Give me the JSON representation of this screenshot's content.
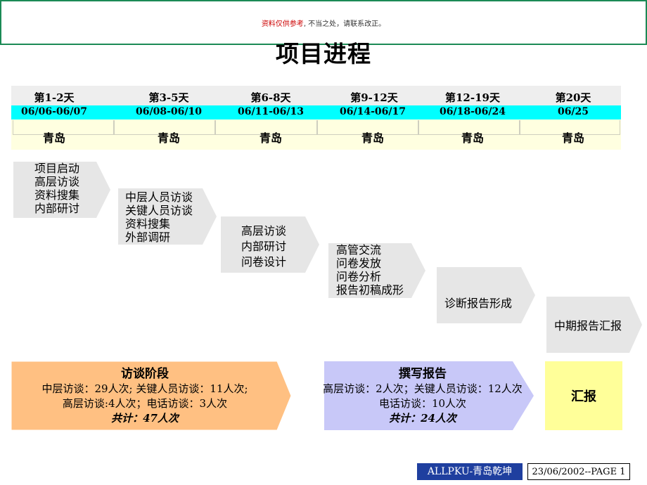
{
  "notice": {
    "part1": "资料仅供参考",
    "part2": ", 不当之处，",
    "part3": "请联系改正。"
  },
  "title": "项目进程",
  "timeline": [
    {
      "day": "第1-2天",
      "date": "06/06-06/07",
      "location": "青岛"
    },
    {
      "day": "第3-5天",
      "date": "06/08-06/10",
      "location": "青岛"
    },
    {
      "day": "第6-8天",
      "date": "06/11-06/13",
      "location": "青岛"
    },
    {
      "day": "第9-12天",
      "date": "06/14-06/17",
      "location": "青岛"
    },
    {
      "day": "第12-19天",
      "date": "06/18-06/24",
      "location": "青岛"
    },
    {
      "day": "第20天",
      "date": "06/25",
      "location": "青岛"
    }
  ],
  "tasks": [
    {
      "lines": [
        "项目启动",
        "高层访谈",
        "资料搜集",
        "内部研讨"
      ]
    },
    {
      "lines": [
        "中层人员访谈",
        "关键人员访谈",
        "资料搜集",
        "外部调研"
      ]
    },
    {
      "lines": [
        "高层访谈",
        "内部研讨",
        "问卷设计"
      ]
    },
    {
      "lines": [
        "高管交流",
        "问卷发放",
        "问卷分析",
        "报告初稿成形"
      ]
    },
    {
      "lines": [
        "诊断报告形成"
      ]
    },
    {
      "lines": [
        "中期报告汇报"
      ]
    }
  ],
  "phases": {
    "interview": {
      "title": "访谈阶段",
      "line1": "中层访谈：29人次; 关键人员访谈：11人次;",
      "line2": "高层访谈:4人次；电话访谈：3人次",
      "total": "共计：47人次",
      "color": "#ffc082"
    },
    "writing": {
      "title": "撰写报告",
      "line1": "高层访谈：2人次；关键人员访谈：12人次",
      "line2": "电话访谈：10人次",
      "total": "共计：24人次",
      "color": "#c8c8f8"
    },
    "report": {
      "title": "汇报",
      "color": "#ffff99"
    }
  },
  "footer": {
    "left": "ALLPKU-青岛乾坤",
    "right": "23/06/2002--PAGE 1"
  }
}
